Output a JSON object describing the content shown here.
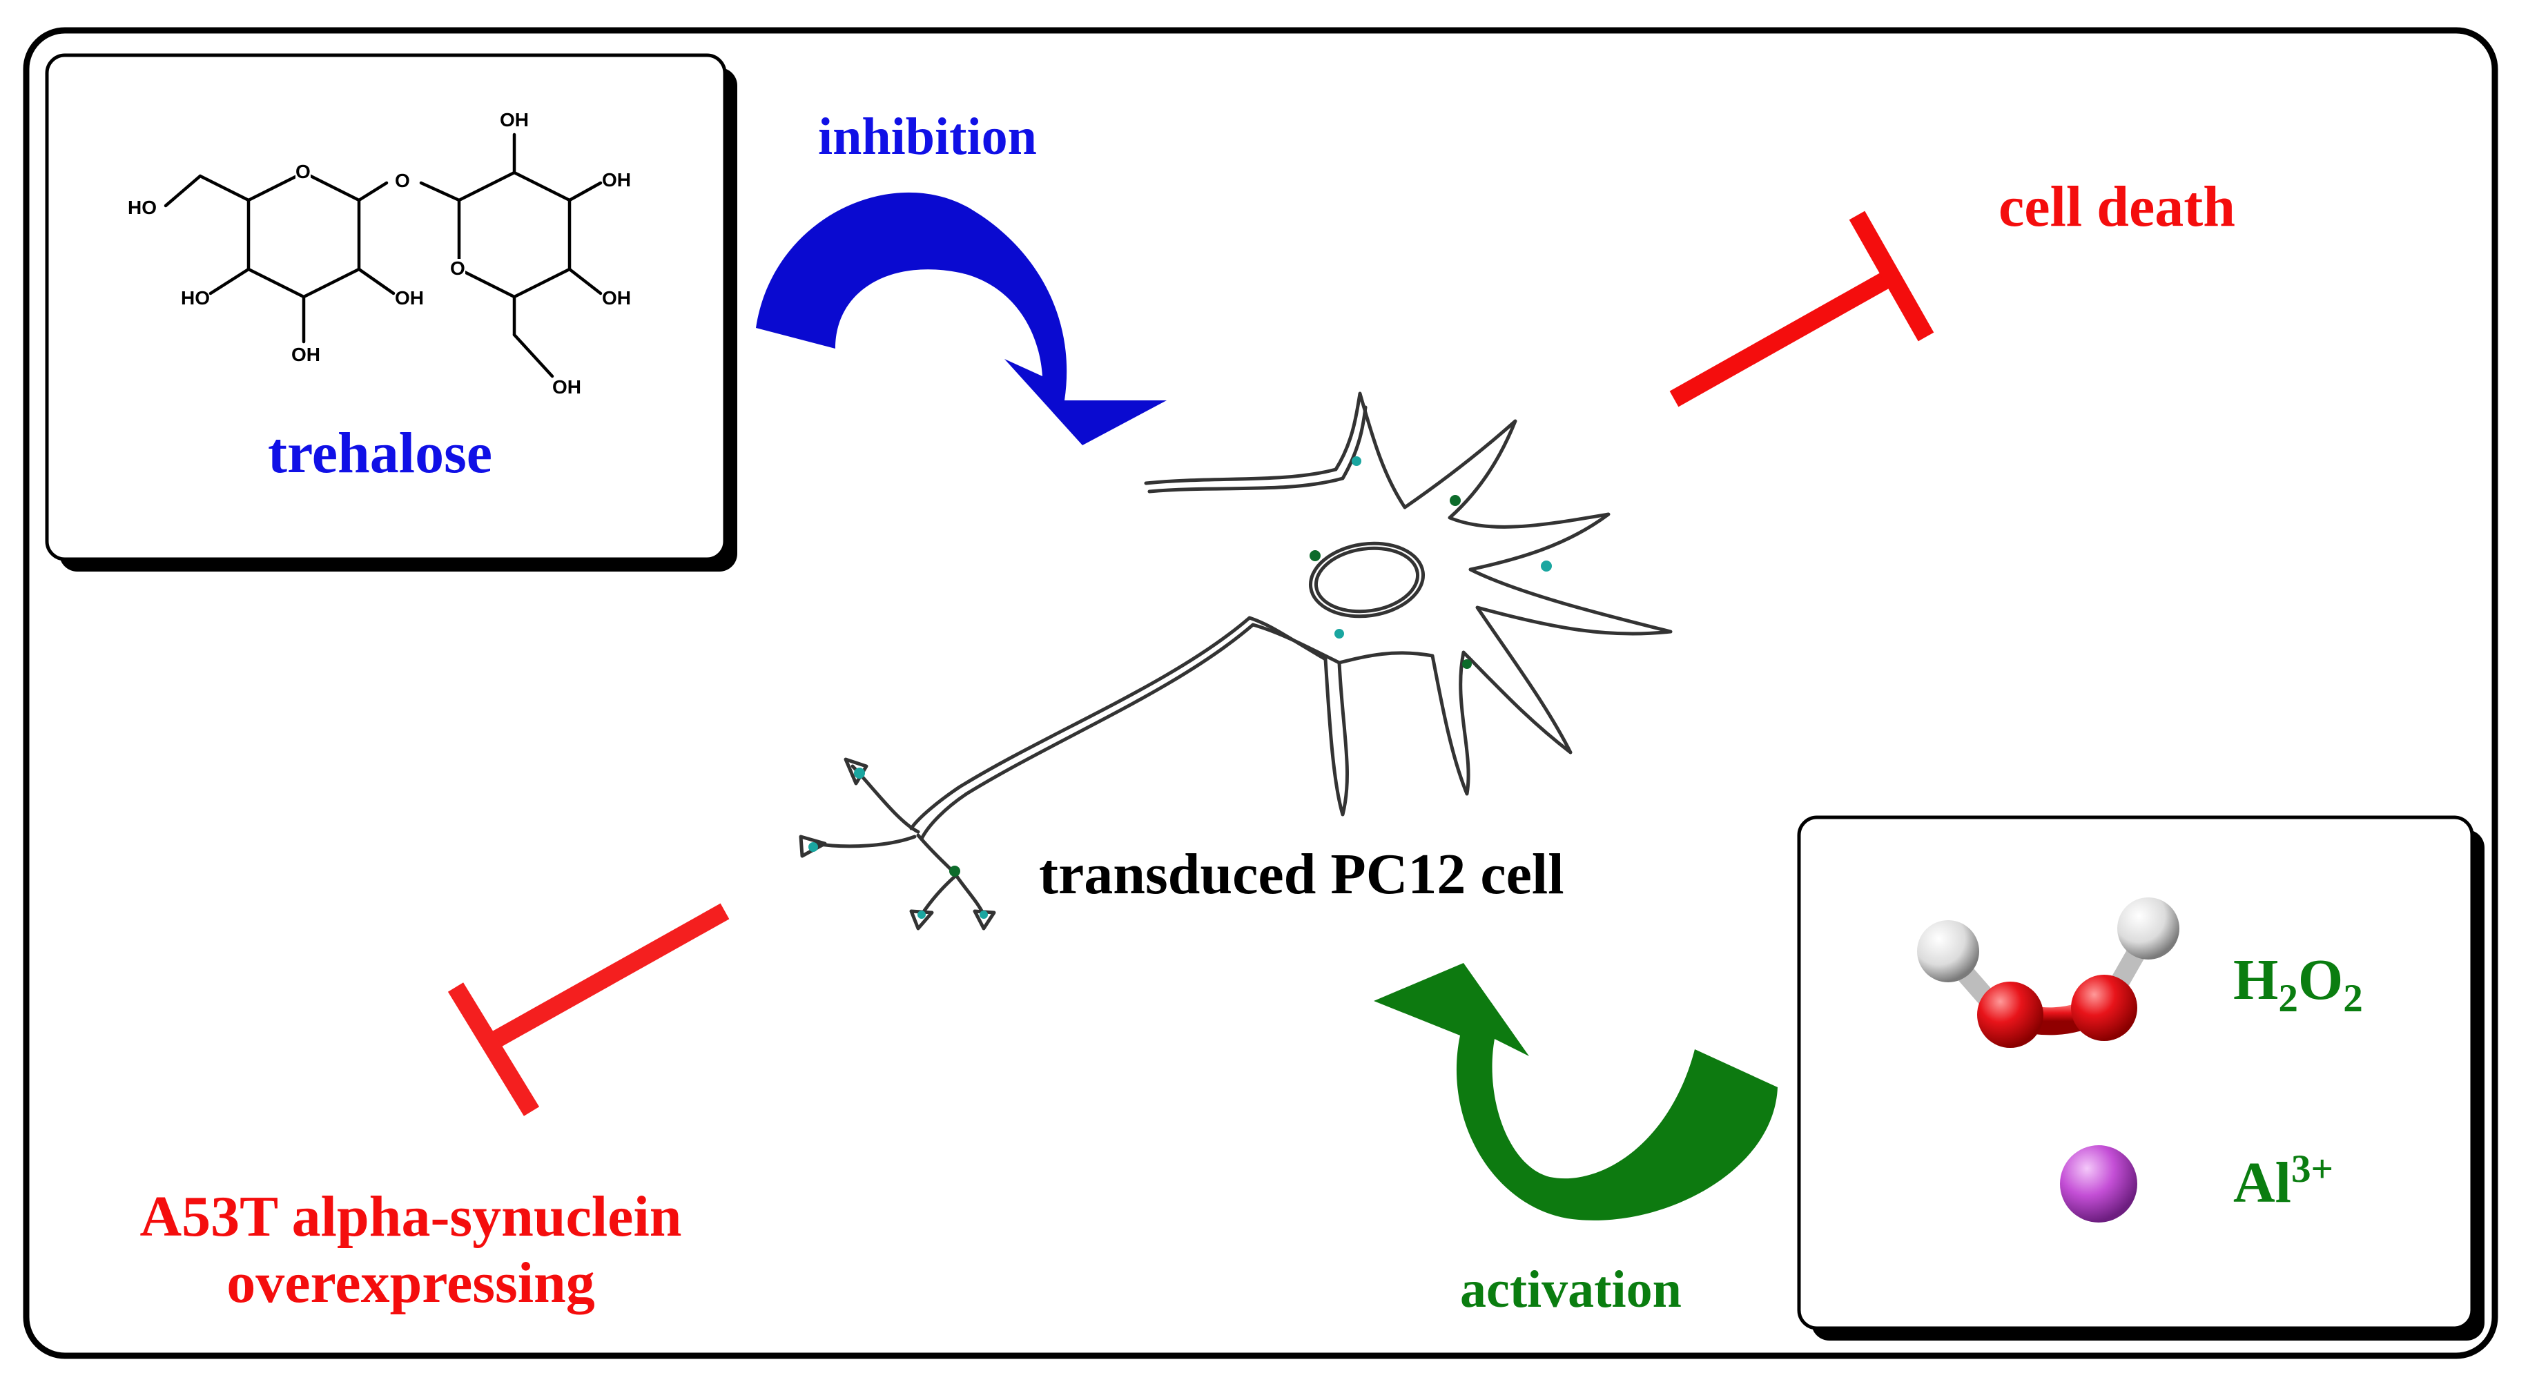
{
  "labels": {
    "trehalose": "trehalose",
    "inhibition": "inhibition",
    "cell_death": "cell death",
    "cell": "transduced PC12 cell",
    "overexpress_line1": "A53T alpha-synuclein",
    "overexpress_line2": "overexpressing",
    "activation": "activation",
    "h2o2_base1": "H",
    "h2o2_sub1": "2",
    "h2o2_base2": "O",
    "h2o2_sub2": "2",
    "al_base": "Al",
    "al_sup": "3+"
  },
  "structure_atoms": {
    "ho_left": "HO",
    "ring_o_left": "O",
    "bridge_o": "O",
    "oh_top": "OH",
    "oh_right_top": "OH",
    "ring_o_right": "O",
    "oh_right_mid": "OH",
    "ho_lower_left": "HO",
    "oh_lower_mid": "OH",
    "oh_bottom": "OH",
    "oh_bottom_right": "OH"
  },
  "colors": {
    "blue": "#1010e6",
    "red": "#f40d0d",
    "green": "#0a7d10",
    "black": "#000000",
    "arrow_blue": "#0a0ad0",
    "arrow_green": "#0d7a10",
    "oxygen_red": "#e8141a",
    "hydrogen_white": "#eeeeee",
    "aluminium_purple": "#c44fd6"
  }
}
